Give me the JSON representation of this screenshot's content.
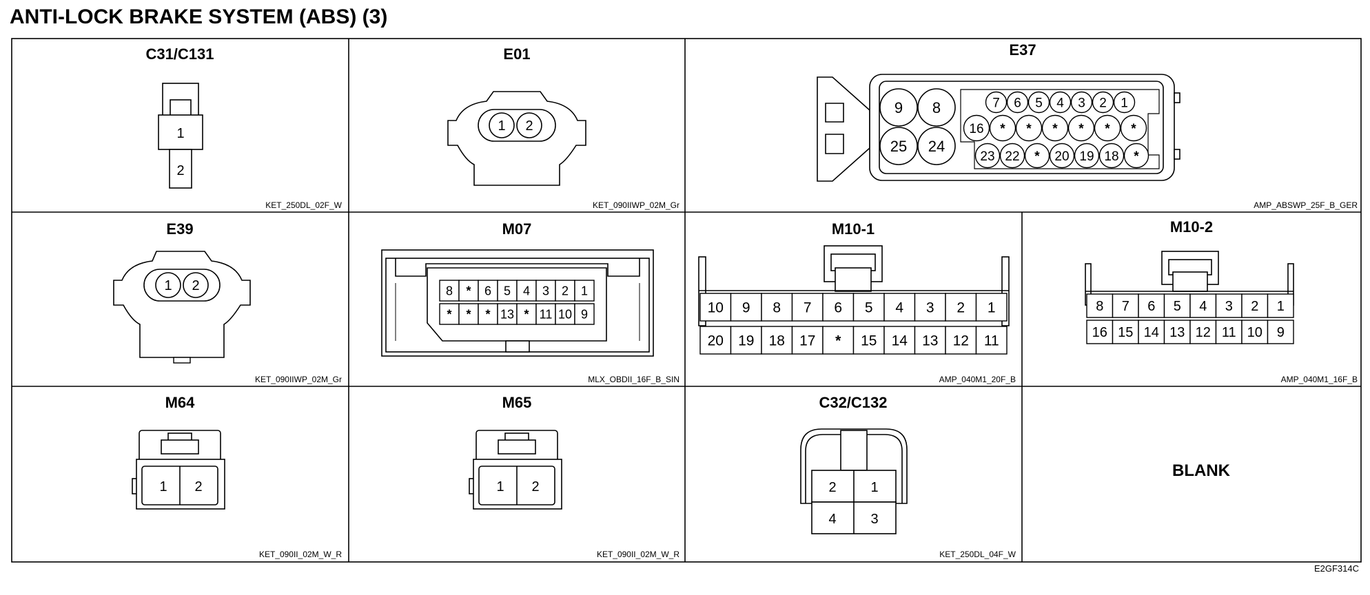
{
  "title": "ANTI-LOCK BRAKE SYSTEM (ABS) (3)",
  "footer_code": "E2GF314C",
  "connectors": [
    {
      "name": "C31/C131",
      "part": "KET_250DL_02F_W",
      "pins": [
        "1",
        "2"
      ]
    },
    {
      "name": "E01",
      "part": "KET_090IIWP_02M_Gr",
      "pins": [
        "1",
        "2"
      ]
    },
    {
      "name": "E37",
      "part": "AMP_ABSWP_25F_B_GER",
      "big_pins": [
        "9",
        "8",
        "25",
        "24"
      ],
      "row1": [
        "7",
        "6",
        "5",
        "4",
        "3",
        "2",
        "1"
      ],
      "row2": [
        "16",
        "*",
        "*",
        "*",
        "*",
        "*",
        "*"
      ],
      "row3": [
        "23",
        "22",
        "*",
        "20",
        "19",
        "18",
        "*"
      ]
    },
    {
      "name": "E39",
      "part": "KET_090IIWP_02M_Gr",
      "pins": [
        "1",
        "2"
      ]
    },
    {
      "name": "M07",
      "part": "MLX_OBDII_16F_B_SIN",
      "row1": [
        "8",
        "*",
        "6",
        "5",
        "4",
        "3",
        "2",
        "1"
      ],
      "row2": [
        "*",
        "*",
        "*",
        "13",
        "*",
        "11",
        "10",
        "9"
      ]
    },
    {
      "name": "M10-1",
      "part": "AMP_040M1_20F_B",
      "row1": [
        "10",
        "9",
        "8",
        "7",
        "6",
        "5",
        "4",
        "3",
        "2",
        "1"
      ],
      "row2": [
        "20",
        "19",
        "18",
        "17",
        "*",
        "15",
        "14",
        "13",
        "12",
        "11"
      ]
    },
    {
      "name": "M10-2",
      "part": "AMP_040M1_16F_B",
      "row1": [
        "8",
        "7",
        "6",
        "5",
        "4",
        "3",
        "2",
        "1"
      ],
      "row2": [
        "16",
        "15",
        "14",
        "13",
        "12",
        "11",
        "10",
        "9"
      ]
    },
    {
      "name": "M64",
      "part": "KET_090II_02M_W_R",
      "pins": [
        "1",
        "2"
      ]
    },
    {
      "name": "M65",
      "part": "KET_090II_02M_W_R",
      "pins": [
        "1",
        "2"
      ]
    },
    {
      "name": "C32/C132",
      "part": "KET_250DL_04F_W",
      "pins": [
        "2",
        "1",
        "4",
        "3"
      ]
    },
    {
      "name": "BLANK_CELL",
      "label": "BLANK"
    }
  ]
}
